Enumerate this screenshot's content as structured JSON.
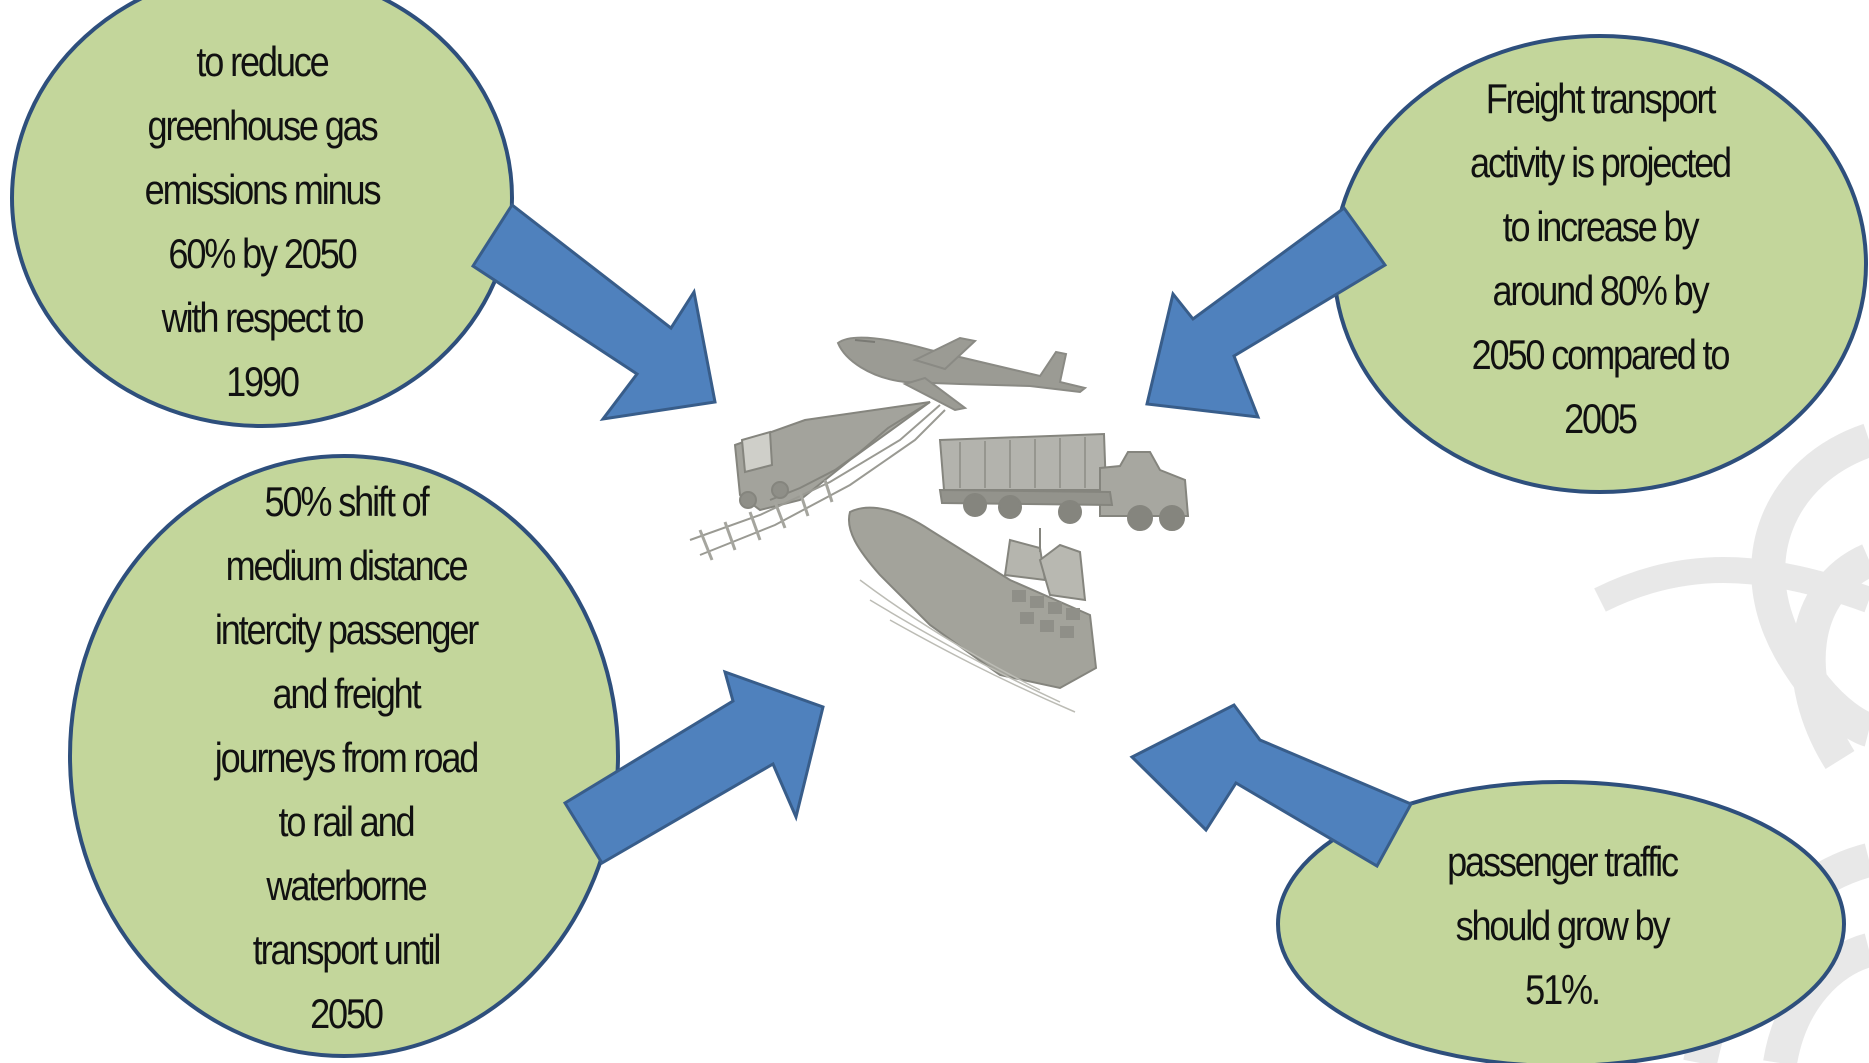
{
  "colors": {
    "bubble_fill": "#c3d69b",
    "bubble_stroke": "#2e4f7c",
    "arrow_fill": "#4f81bd",
    "arrow_stroke": "#385d8a",
    "illustration": "#9a9a92",
    "background_watermark": "#e4e4e4"
  },
  "illustration": {
    "icons": [
      "airplane-icon",
      "train-icon",
      "truck-icon",
      "cargo-ship-icon"
    ]
  },
  "bubbles": {
    "top_left": {
      "lines": [
        "to reduce",
        "greenhouse gas",
        "emissions minus",
        "60% by 2050",
        "with respect to",
        "1990"
      ]
    },
    "top_right": {
      "lines": [
        "Freight transport",
        "activity is projected",
        "to increase by",
        "around 80% by",
        "2050 compared to",
        "2005"
      ]
    },
    "bottom_left": {
      "lines": [
        "50% shift of",
        "medium distance",
        "intercity passenger",
        "and freight",
        "journeys from road",
        "to rail and",
        "waterborne",
        "transport until",
        "2050"
      ]
    },
    "bottom_right": {
      "lines": [
        "passenger traffic",
        "should grow by",
        "51%."
      ]
    }
  }
}
